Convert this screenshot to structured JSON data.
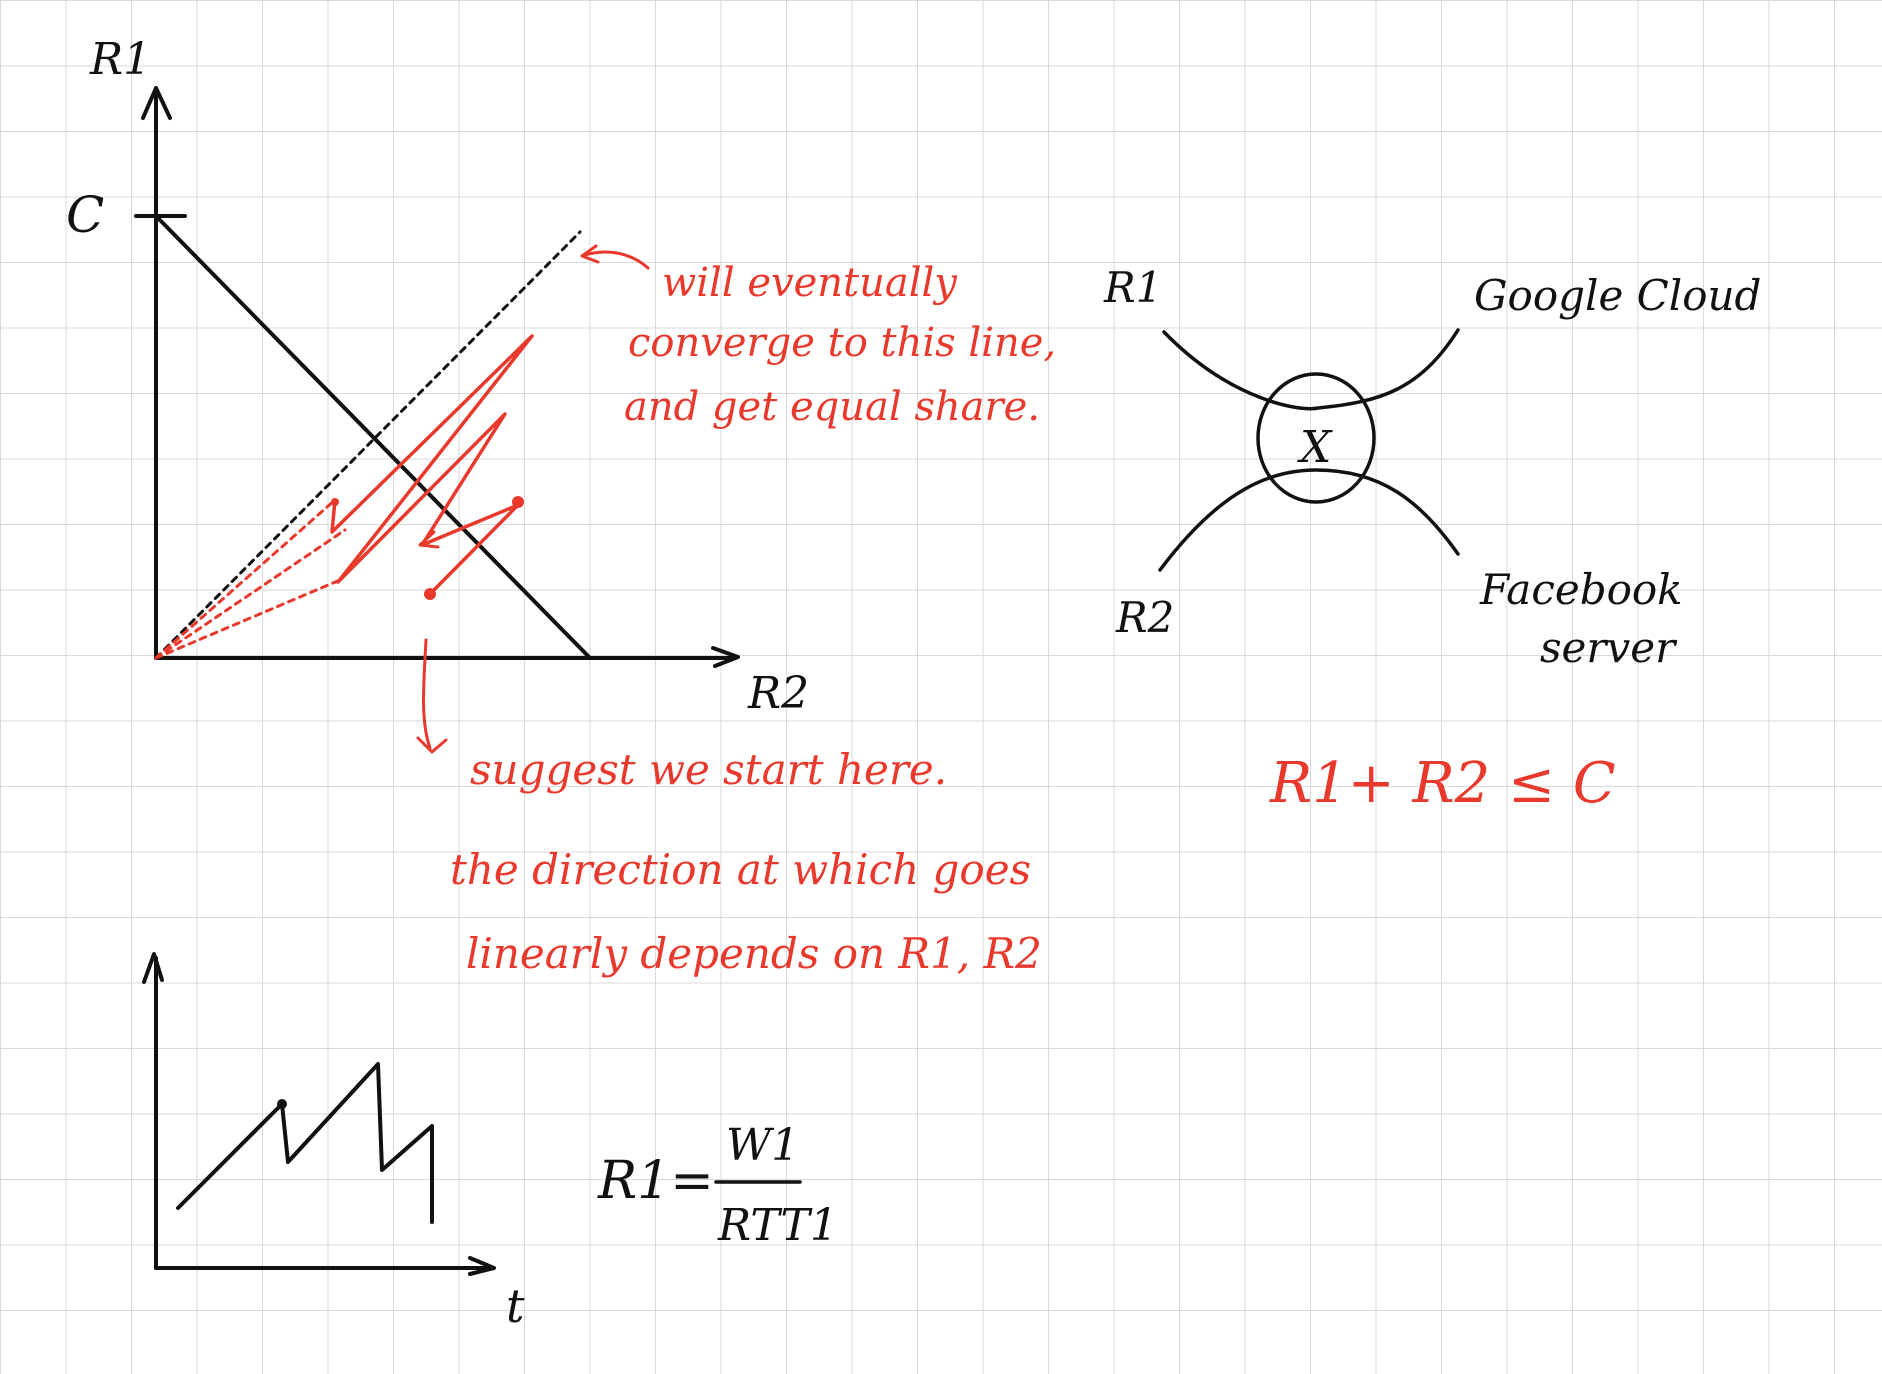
{
  "colors": {
    "ink": "#111111",
    "annotation": "#e8392c",
    "grid": "#d9d9d9",
    "paper": "#ffffff"
  },
  "phase_plot": {
    "y_axis_label": "R1",
    "x_axis_label": "R2",
    "capacity_label": "C",
    "converge_note": [
      "will eventually",
      "converge to this line,",
      "and get equal share."
    ],
    "start_note": [
      "suggest we start here.",
      "the direction at which goes",
      "linearly depends on R1, R2"
    ]
  },
  "network": {
    "left_top_label": "R1",
    "left_bottom_label": "R2",
    "right_top_label": "Google Cloud",
    "right_bottom_label": [
      "Facebook",
      "server"
    ],
    "router_label": "X",
    "constraint": "R1+ R2 ≤ C"
  },
  "sawtooth_plot": {
    "x_axis_label": "t"
  },
  "formula": {
    "lhs": "R1=",
    "numerator": "W1",
    "denominator": "RTT1"
  }
}
